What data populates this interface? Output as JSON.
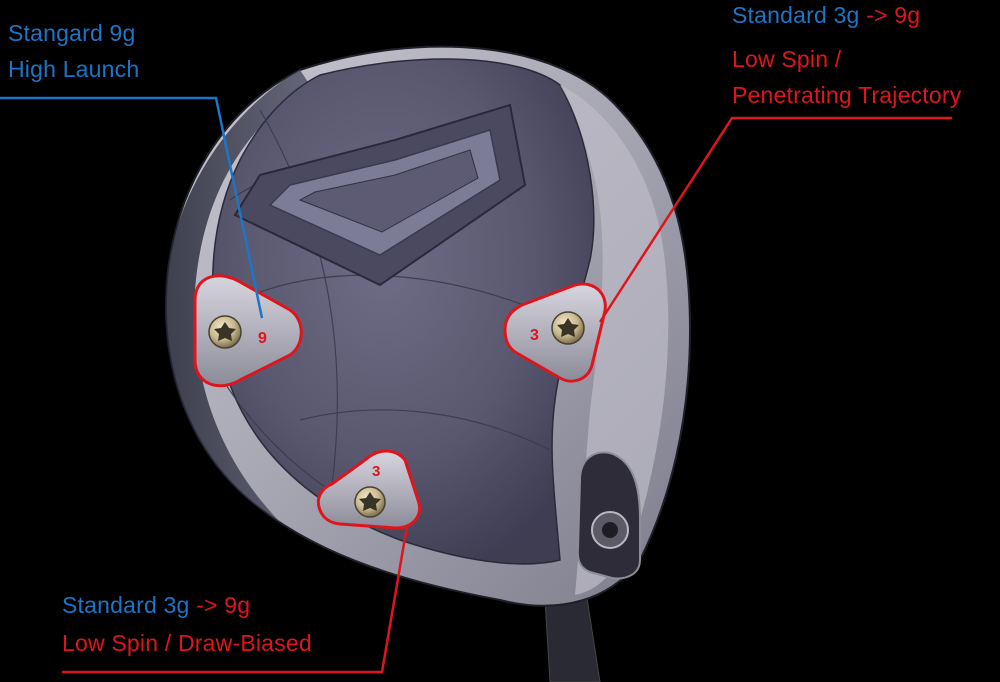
{
  "callouts": {
    "left": {
      "standard": "Stangard 9g",
      "effect": "High Launch"
    },
    "right": {
      "standard": "Standard 3g",
      "change": "-> 9g",
      "effect_line1": "Low Spin /",
      "effect_line2": "Penetrating Trajectory"
    },
    "bottom": {
      "standard": "Standard 3g",
      "change": "-> 9g",
      "effect": "Low Spin / Draw-Biased"
    }
  },
  "port_markings": {
    "left": "9",
    "right": "3",
    "bottom": "3"
  },
  "colors": {
    "background": "#000000",
    "standard_text": "#1b76c8",
    "change_text": "#e0141c",
    "leader_red": "#e0141c",
    "leader_blue": "#1b76c8",
    "clubhead": "#5d5b72",
    "skirt": "#9a99a6"
  },
  "icons": {
    "weight_screw": "torx-screw-icon",
    "hosel_screw": "hosel-screw-icon"
  }
}
